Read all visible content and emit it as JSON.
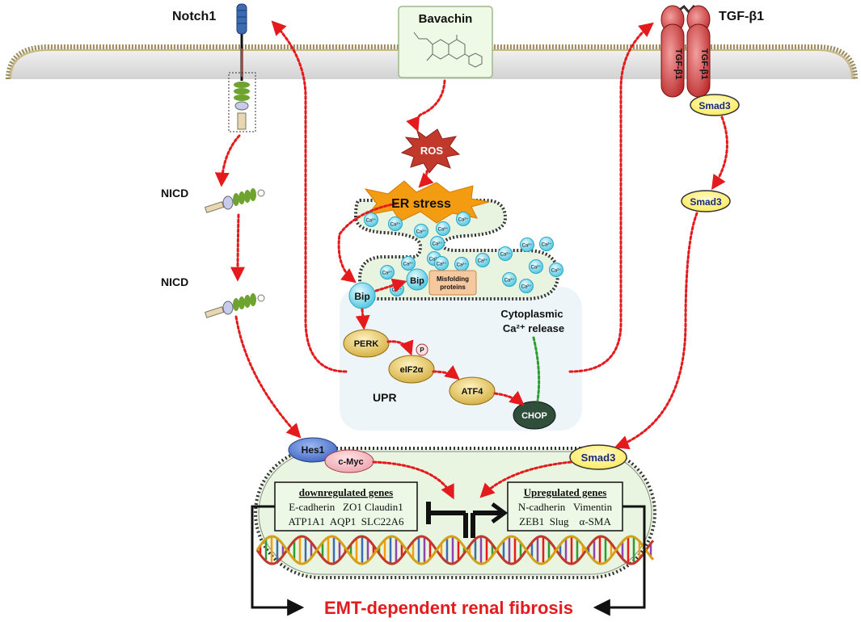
{
  "labels": {
    "notch1": "Notch1",
    "bavachin": "Bavachin",
    "tgf_b1": "TGF-β1",
    "tgf_b1_receptor": "TGF-β1",
    "smad3": "Smad3",
    "ros": "ROS",
    "er_stress": "ER stress",
    "nicd": "NICD",
    "bip": "Bip",
    "misfolding": "Misfolding proteins",
    "ca": "Ca²⁺",
    "cyto_line1": "Cytoplasmic",
    "cyto_line2": "Ca²⁺ release",
    "perk": "PERK",
    "p": "P",
    "eif2a": "eIF2α",
    "atf4": "ATF4",
    "upr": "UPR",
    "chop": "CHOP",
    "hes1": "Hes1",
    "cmyc": "c-Myc",
    "emt": "EMT-dependent renal fibrosis"
  },
  "down_genes": {
    "title": "downregulated genes",
    "line1": "E-cadherin   ZO1 Claudin1",
    "line2": "ATP1A1  AQP1  SLC22A6"
  },
  "up_genes": {
    "title": "Upregulated genes",
    "line1": "N-cadherin   Vimentin",
    "line2": "ZEB1  Slug    α-SMA"
  },
  "colors": {
    "arrow_red": "#e41a1c",
    "arrow_green": "#2e9d2e",
    "emt_text": "#e41a1c",
    "upr_bg": "#eef5f9",
    "nucleus_bg": "#e9f5e0",
    "er_bg": "#e8f3e0",
    "ros": "#c0392b",
    "er_burst": "#f39c12",
    "tgf_receptor": "#c0392b",
    "smad3_fill": "#fff280",
    "ca_fill": "#5fd3ec",
    "perk_fill": "#e3c86a",
    "chop_fill": "#2f4f3a",
    "hes1_fill": "#4a70c9",
    "cmyc_fill": "#f4b9c0"
  }
}
